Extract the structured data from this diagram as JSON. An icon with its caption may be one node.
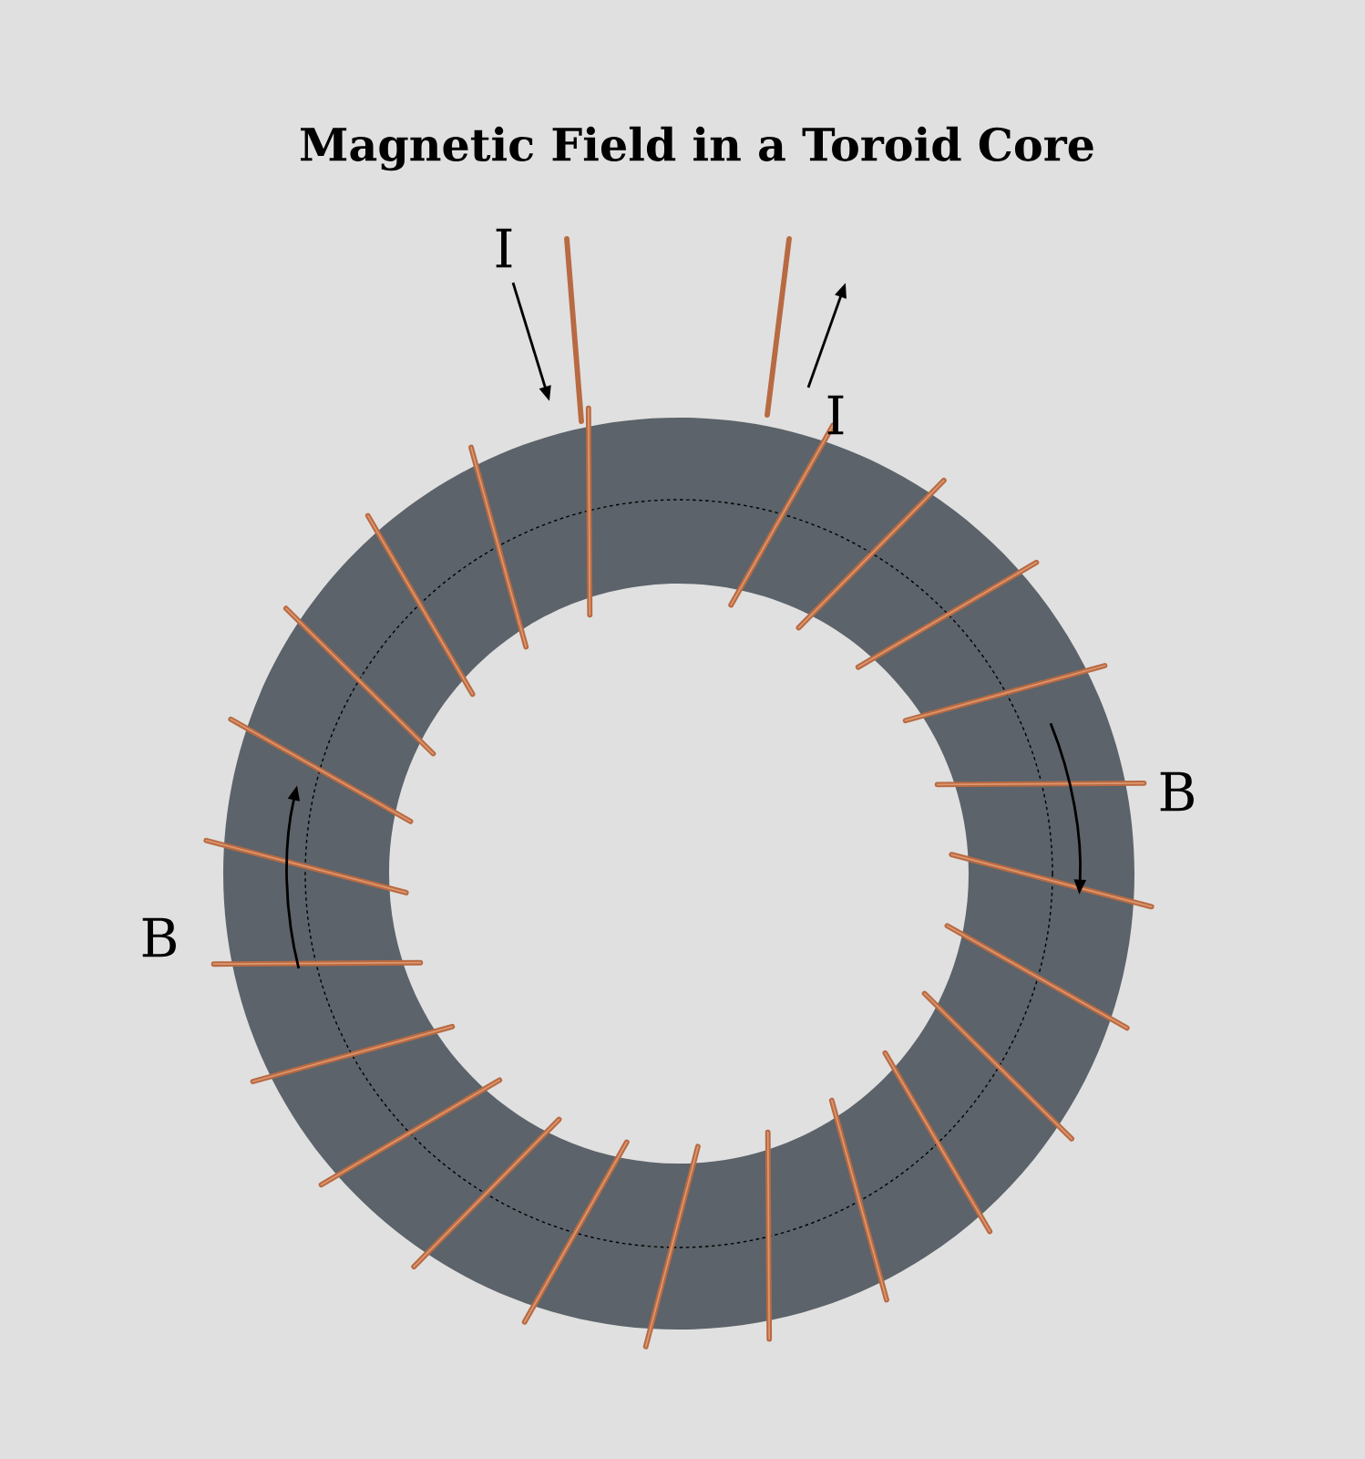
{
  "diagram": {
    "title": "Magnetic Field in a Toroid Core",
    "labels": [
      "I",
      "I",
      "B",
      "B"
    ]
  }
}
